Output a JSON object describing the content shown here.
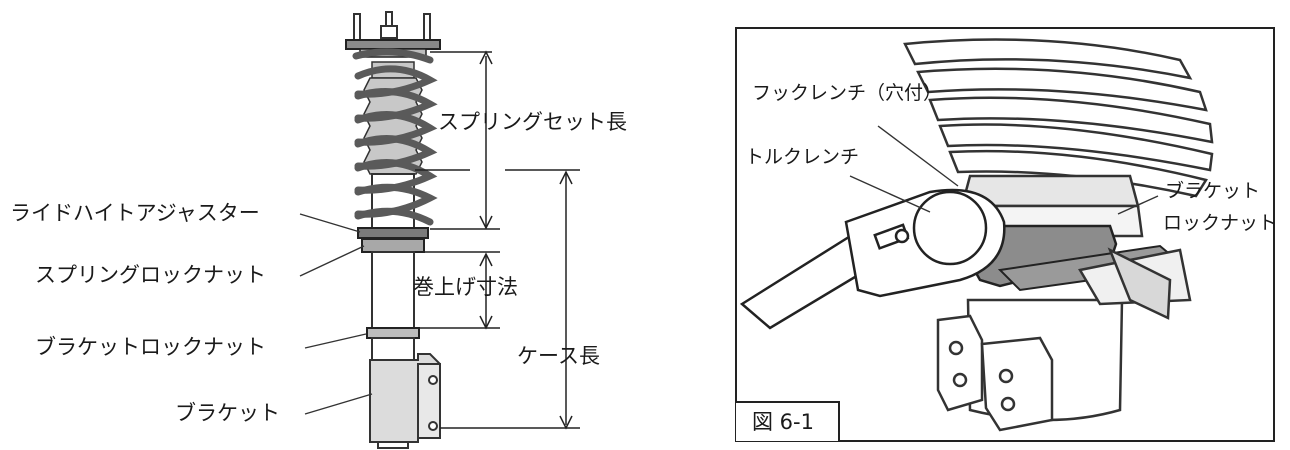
{
  "left_diagram": {
    "labels": {
      "spring_set_length": "スプリングセット長",
      "ride_height_adjuster": "ライドハイトアジャスター",
      "spring_lock_nut": "スプリングロックナット",
      "wind_up_dimension": "巻上げ寸法",
      "bracket_lock_nut": "ブラケットロックナット",
      "case_length": "ケース長",
      "bracket": "ブラケット"
    }
  },
  "right_diagram": {
    "labels": {
      "hook_wrench": "フックレンチ（穴付）",
      "torque_wrench": "トルクレンチ",
      "bracket_lock_nut_line1": "ブラケット",
      "bracket_lock_nut_line2": "ロックナット"
    },
    "figure_caption": "図 6-1"
  }
}
